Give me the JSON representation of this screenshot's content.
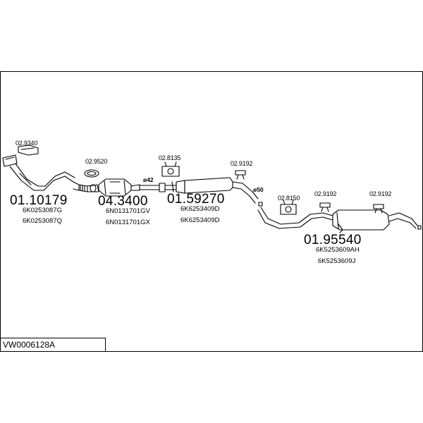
{
  "diagram": {
    "title": "VW0006128A",
    "groups": [
      {
        "main": "01.10179",
        "parts": [
          "6K0253087G",
          "6K0253087Q"
        ]
      },
      {
        "main": "04.3400",
        "parts": [
          "6N0131701GV",
          "6N0131701GX"
        ]
      },
      {
        "main": "01.59270",
        "parts": [
          "6K6253409D",
          "6K6253409D"
        ]
      },
      {
        "main": "01.95540",
        "parts": [
          "6K5253609AH",
          "6K5253609J"
        ]
      }
    ],
    "accessories": [
      "02.9340",
      "02.9520",
      "02.8135",
      "02.9192",
      "02.8150",
      "02.9192",
      "02.9192"
    ],
    "dimensions": [
      "ø42",
      "ø50"
    ]
  }
}
